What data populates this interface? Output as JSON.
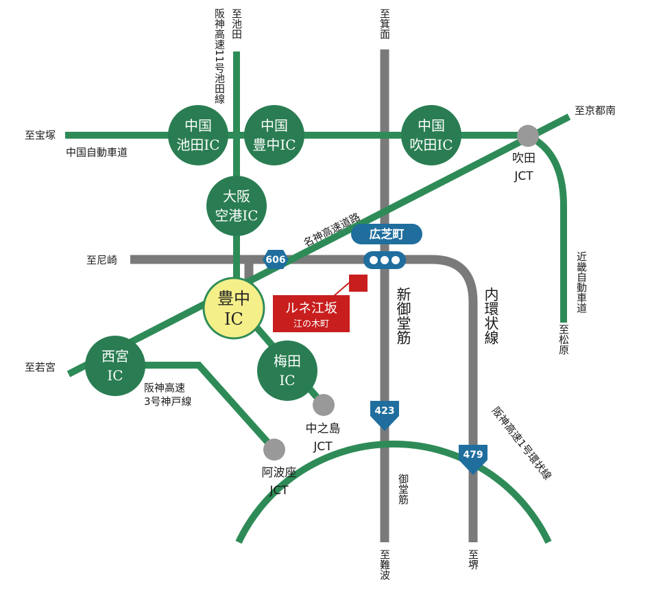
{
  "colors": {
    "expressway": "#2e8b57",
    "expressway_node": "#2a7d52",
    "general_road": "#7a7a7a",
    "highlight_ic": "#f5ef8a",
    "subway": "#1f6e9e",
    "property": "#c81e1e",
    "route_shield": "#1f6e9e",
    "jct_node": "#999999"
  },
  "directions": {
    "ikeda": "至池田",
    "minoo": "至箕面",
    "takarazuka": "至宝塚",
    "kyoto_minami": "至京都南",
    "amagasaki": "至尼崎",
    "wakamiya": "至若宮",
    "matsubara": "至松原",
    "namba": "至難波",
    "sakai": "至堺"
  },
  "roads": {
    "hanshin_11": "阪神高速11号池田線",
    "chugoku_expressway": "中国自動車道",
    "meishin_expressway": "名神高速道路",
    "kinki_expressway": "近畿自動車道",
    "hanshin_3": [
      "阪神高速",
      "3号神戸線"
    ],
    "hanshin_1_loop": "阪神高速1号環状線",
    "shin_midosuji": "新御堂筋",
    "midosuji": "御堂筋",
    "naikanjo": "内環状線"
  },
  "interchanges": [
    {
      "id": "chugoku-ikeda",
      "lines": [
        "中国",
        "池田IC"
      ]
    },
    {
      "id": "chugoku-toyonaka",
      "lines": [
        "中国",
        "豊中IC"
      ]
    },
    {
      "id": "chugoku-suita",
      "lines": [
        "中国",
        "吹田IC"
      ]
    },
    {
      "id": "osaka-airport",
      "lines": [
        "大阪",
        "空港IC"
      ]
    },
    {
      "id": "toyonaka",
      "lines": [
        "豊中",
        "IC"
      ]
    },
    {
      "id": "nishinomiya",
      "lines": [
        "西宮",
        "IC"
      ]
    },
    {
      "id": "umeda",
      "lines": [
        "梅田",
        "IC"
      ]
    }
  ],
  "junctions": [
    {
      "id": "suita",
      "lines": [
        "吹田",
        "JCT"
      ]
    },
    {
      "id": "nakanoshima",
      "lines": [
        "中之島",
        "JCT"
      ]
    },
    {
      "id": "awaza",
      "lines": [
        "阿波座",
        "JCT"
      ]
    }
  ],
  "station": {
    "name": "広芝町"
  },
  "route_shields": {
    "r606": "606",
    "r423": "423",
    "r479": "479"
  },
  "property": {
    "name": "ルネ江坂",
    "address": "江の木町"
  }
}
